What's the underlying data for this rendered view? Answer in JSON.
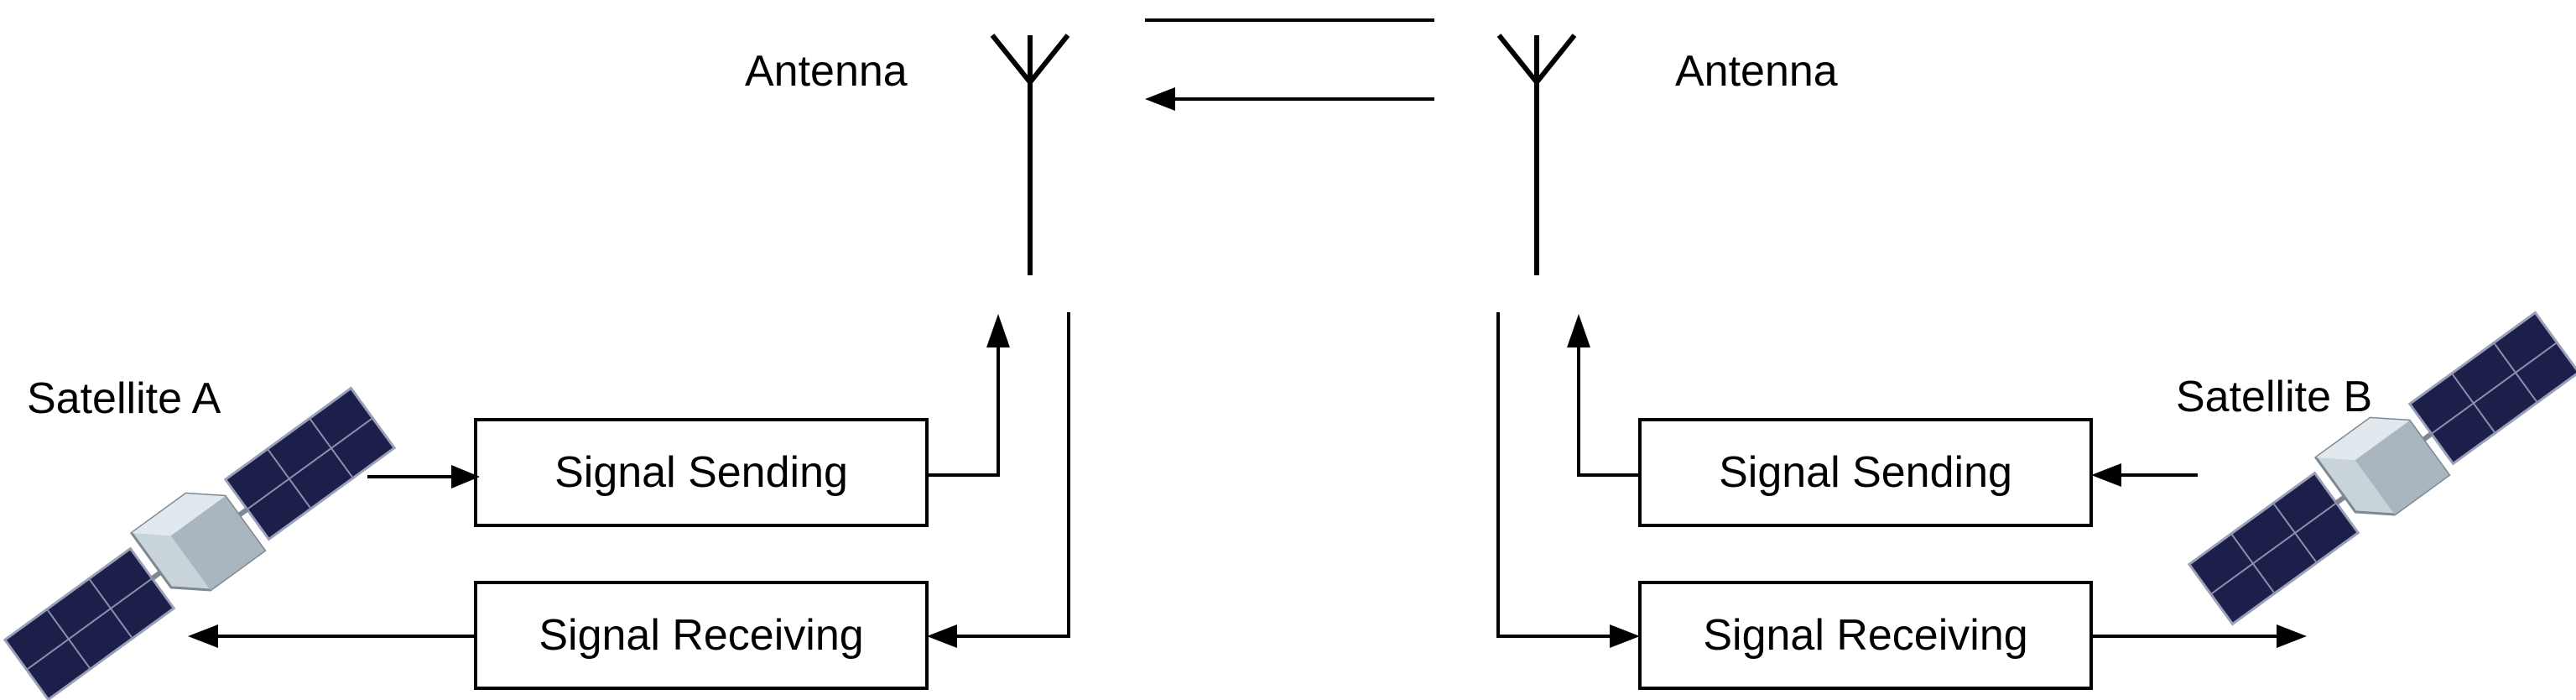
{
  "labels": {
    "antenna_left": "Antenna",
    "antenna_right": "Antenna",
    "satellite_a": "Satellite A",
    "satellite_b": "Satellite B"
  },
  "left_station": {
    "sending": "Signal Sending",
    "receiving": "Signal Receiving"
  },
  "right_station": {
    "sending": "Signal Sending",
    "receiving": "Signal Receiving"
  },
  "colors": {
    "line": "#000000",
    "solar_panel": "#1b1f4a",
    "satellite_body": "#b7c3cc"
  }
}
